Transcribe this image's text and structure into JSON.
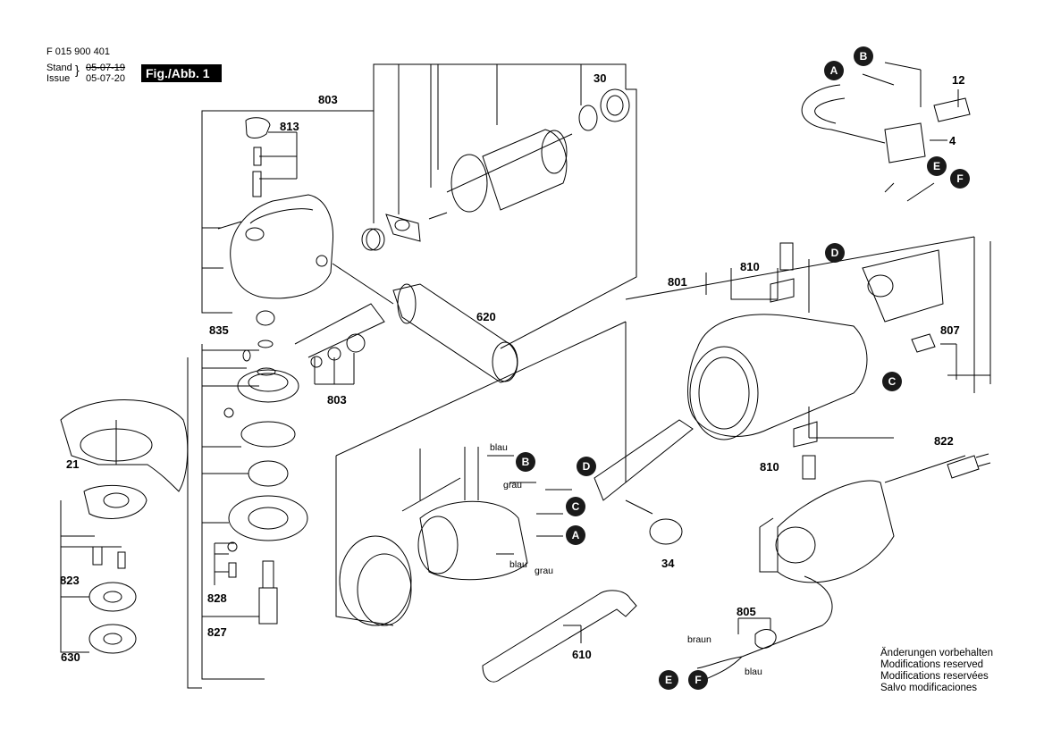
{
  "header": {
    "doc_number": "F 015 900 401",
    "stand_label": "Stand",
    "issue_label": "Issue",
    "stand_date": "05-07-19",
    "issue_date": "05-07-20",
    "figure_label": "Fig./Abb. 1"
  },
  "part_numbers": {
    "p803_top": "803",
    "p813": "813",
    "p30": "30",
    "p12": "12",
    "p4": "4",
    "p801": "801",
    "p810_top": "810",
    "p807": "807",
    "p620": "620",
    "p835": "835",
    "p803_mid": "803",
    "p21": "21",
    "p822": "822",
    "p810_bot": "810",
    "p34": "34",
    "p823": "823",
    "p828": "828",
    "p827": "827",
    "p630": "630",
    "p610": "610",
    "p805": "805"
  },
  "callouts": {
    "A_top": "A",
    "B_top": "B",
    "E_top": "E",
    "F_top": "F",
    "D_top": "D",
    "C_right": "C",
    "B_mid": "B",
    "D_mid": "D",
    "C_mid": "C",
    "A_mid": "A",
    "E_bot": "E",
    "F_bot": "F"
  },
  "wire_labels": {
    "blau_1": "blau",
    "grau_1": "grau",
    "blau_2": "blau",
    "grau_2": "grau",
    "braun": "braun",
    "blau_3": "blau"
  },
  "notes": [
    "Änderungen vorbehalten",
    "Modifications reserved",
    "Modifications reservées",
    "Salvo modificaciones"
  ]
}
